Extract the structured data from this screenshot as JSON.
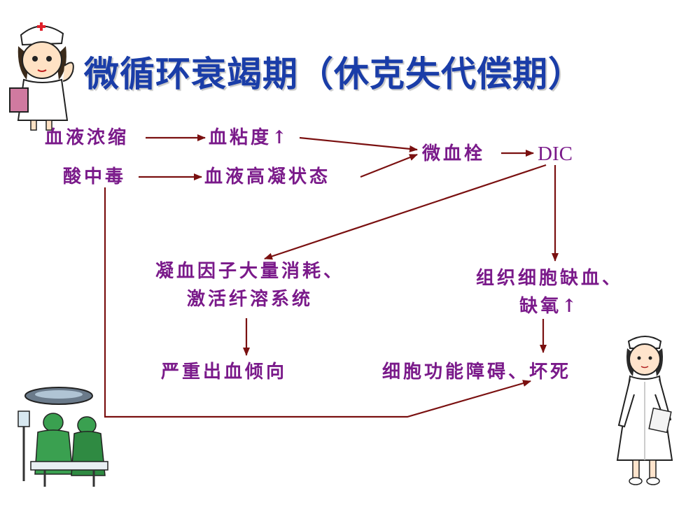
{
  "title": "微循环衰竭期（休克失代偿期）",
  "nodes": {
    "blood_concentration": "血液浓缩",
    "blood_viscosity": "血粘度↑",
    "acidosis": "酸中毒",
    "hypercoagulable": "血液高凝状态",
    "microthrombus": "微血栓",
    "dic": "DIC",
    "coag_consumption_line1": "凝血因子大量消耗、",
    "coag_consumption_line2": "激活纤溶系统",
    "tissue_ischemia_line1": "组织细胞缺血、",
    "tissue_ischemia_line2": "缺氧↑",
    "bleeding_tendency": "严重出血倾向",
    "cell_dysfunction": "细胞功能障碍、坏死"
  },
  "colors": {
    "title": "#1a3da8",
    "node_text": "#7a1a8a",
    "arrow": "#7a1010"
  }
}
